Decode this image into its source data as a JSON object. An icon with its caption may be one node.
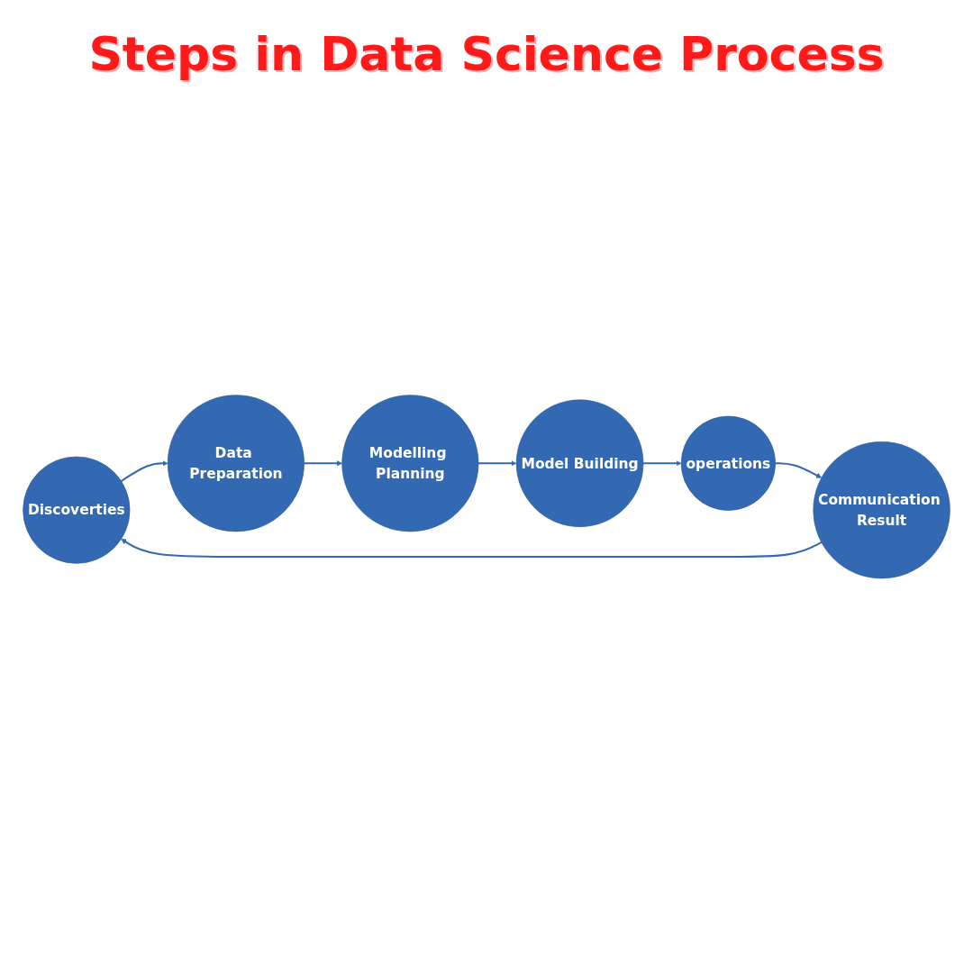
{
  "diagram": {
    "title": "Steps in Data Science Process",
    "nodes": [
      {
        "text": [
          "Discoverties"
        ]
      },
      {
        "text": [
          "Data Preparation"
        ]
      },
      {
        "text": [
          "Modelling Planning"
        ]
      },
      {
        "text": [
          "Model Building"
        ]
      },
      {
        "text": [
          "operations"
        ]
      },
      {
        "text": [
          "Communication Result"
        ]
      }
    ],
    "edges": [
      {
        "from": 0,
        "to": 1,
        "arrow": "to"
      },
      {
        "from": 1,
        "to": 2,
        "arrow": "to"
      },
      {
        "from": 2,
        "to": 3,
        "arrow": "to"
      },
      {
        "from": 3,
        "to": 4,
        "arrow": "to"
      },
      {
        "from": 4,
        "to": 5,
        "arrow": "to"
      },
      {
        "from": 5,
        "to": 0,
        "arrow": "to"
      }
    ]
  }
}
